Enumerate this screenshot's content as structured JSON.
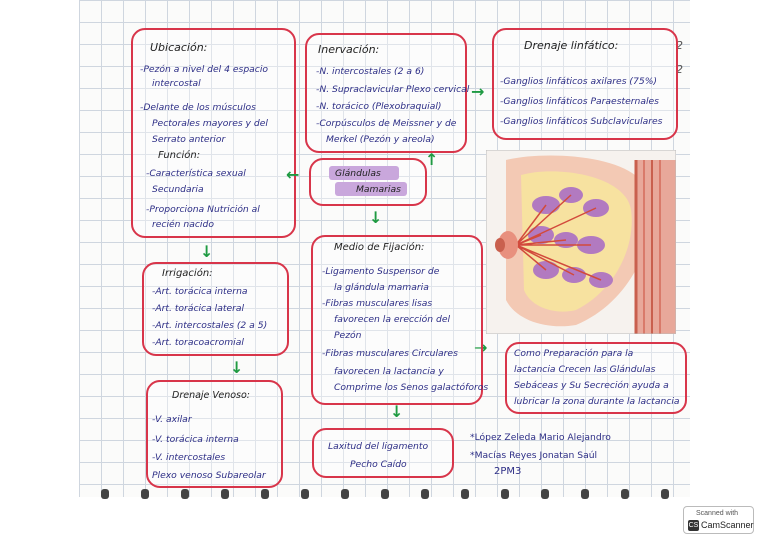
{
  "ubicacion": {
    "title": "Ubicación:",
    "items": [
      "-Pezón a nivel del 4 espacio",
      "intercostal",
      "-Delante de los músculos",
      "Pectorales mayores y del",
      "Serrato anterior"
    ],
    "funcion_title": "Función:",
    "funcion_items": [
      "-Característica sexual",
      "Secundaria",
      "-Proporciona Nutrición al",
      "recién nacido"
    ]
  },
  "inervacion": {
    "title": "Inervación:",
    "items": [
      "-N. intercostales (2 a 6)",
      "-N. Supraclavicular  Plexo cervical",
      "-N. torácico (Plexobraquial)",
      "-Corpúsculos de Meissner y de",
      "Merkel (Pezón y areola)"
    ]
  },
  "drenaje_linfatico": {
    "title": "Drenaje linfático:",
    "items": [
      "-Ganglios linfáticos axilares (75%)",
      "-Ganglios linfáticos Paraesternales",
      "-Ganglios linfáticos Subclaviculares"
    ]
  },
  "centro": {
    "label_1": "Glándulas",
    "label_2": "Mamarias"
  },
  "fijacion": {
    "title": "Medio de Fijación:",
    "items": [
      "-Ligamento Suspensor de",
      "la glándula mamaria",
      "-Fibras musculares lisas",
      "favorecen la erección del",
      "Pezón",
      "-Fibras musculares Circulares",
      "favorecen la lactancia y",
      "Comprime los Senos galactóforos"
    ]
  },
  "irrigacion": {
    "title": "Irrigación:",
    "items": [
      "-Art. torácica interna",
      "-Art. torácica lateral",
      "-Art. intercostales (2 a 5)",
      "-Art. toracoacromial"
    ]
  },
  "drenaje_venoso": {
    "title": "Drenaje Venoso:",
    "items": [
      "-V. axilar",
      "-V. torácica interna",
      "-V. intercostales",
      "Plexo venoso Subareolar"
    ]
  },
  "laxitud": {
    "line1": "Laxitud del ligamento",
    "line2": "Pecho Caído"
  },
  "lactancia": {
    "lines": [
      "Como Preparación para la",
      "lactancia Crecen las Glándulas",
      "Sebáceas y Su Secreción ayuda a",
      "lubricar la zona durante la lactancia"
    ]
  },
  "autores": {
    "line1": "*López Zeleda Mario Alejandro",
    "line2": "*Macías Reyes Jonatan Saúl",
    "group": "2PM3"
  },
  "page_corner": [
    "2",
    "2"
  ],
  "scanner": {
    "scanned_with": "Scanned with",
    "app": "CamScanner",
    "logo_text": "CS"
  },
  "colors": {
    "ink": "#2d2e86",
    "border": "#d8354a",
    "arrow": "#1f9a42",
    "highlight": "#c9a7dc"
  },
  "illustration": "breast-anatomy-cross-section"
}
